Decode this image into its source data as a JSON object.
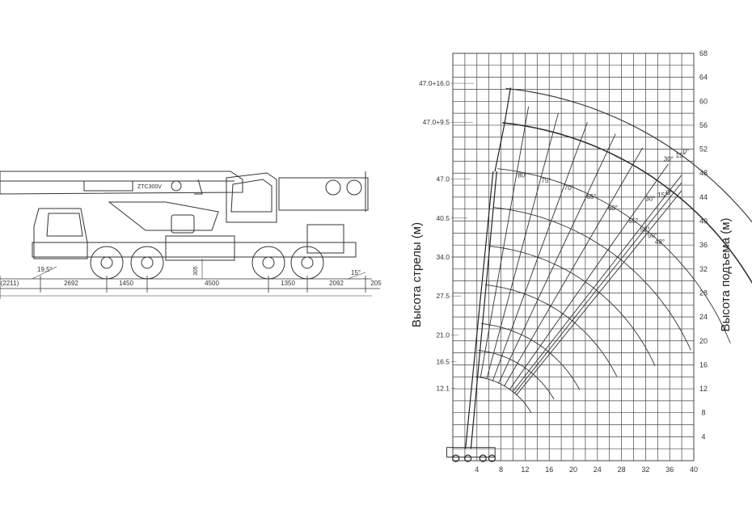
{
  "truck": {
    "model_text": "ZTC300V",
    "dimensions": [
      "(2211)",
      "2692",
      "1450",
      "4500",
      "1350",
      "2092",
      "205"
    ],
    "height_mark": "305",
    "approach_angle": "19.5°",
    "departure_angle": "15°"
  },
  "chart_data": {
    "type": "diagram",
    "y_left_title": "Высота стрелы (м)",
    "y_right_title": "Высота подъема (м)",
    "x_ticks": [
      "4",
      "8",
      "12",
      "16",
      "20",
      "24",
      "28",
      "32",
      "36",
      "40"
    ],
    "y_right_ticks": [
      "4",
      "8",
      "12",
      "16",
      "20",
      "24",
      "28",
      "32",
      "36",
      "40",
      "44",
      "48",
      "52",
      "56",
      "60",
      "64",
      "68"
    ],
    "boom_lengths": [
      "12.1",
      "16.5",
      "21.0",
      "27.5",
      "34.0",
      "40.5",
      "47.0",
      "47.0+9.5",
      "47.0+16.0"
    ],
    "angle_labels": [
      "80°",
      "75°",
      "70°",
      "65°",
      "60°",
      "55°",
      "52°",
      "50°",
      "48°"
    ],
    "jib_angle_labels": [
      "30°",
      "15°",
      "0°",
      "30°",
      "15°",
      "0°"
    ],
    "xlim": [
      0,
      40
    ],
    "ylim": [
      0,
      68
    ]
  }
}
